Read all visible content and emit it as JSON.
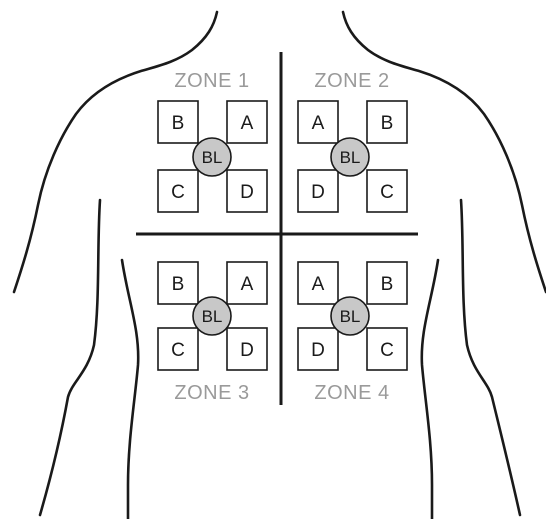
{
  "colors": {
    "outline": "#1a1a1a",
    "zone_title": "#9a9a9a",
    "bl_fill": "#c8c8c8",
    "background": "#ffffff"
  },
  "zones": [
    {
      "title": "ZONE 1",
      "top_left": "B",
      "top_right": "A",
      "bottom_left": "C",
      "bottom_right": "D",
      "center": "BL"
    },
    {
      "title": "ZONE 2",
      "top_left": "A",
      "top_right": "B",
      "bottom_left": "D",
      "bottom_right": "C",
      "center": "BL"
    },
    {
      "title": "ZONE 3",
      "top_left": "B",
      "top_right": "A",
      "bottom_left": "C",
      "bottom_right": "D",
      "center": "BL"
    },
    {
      "title": "ZONE 4",
      "top_left": "A",
      "top_right": "B",
      "bottom_left": "D",
      "bottom_right": "C",
      "center": "BL"
    }
  ]
}
